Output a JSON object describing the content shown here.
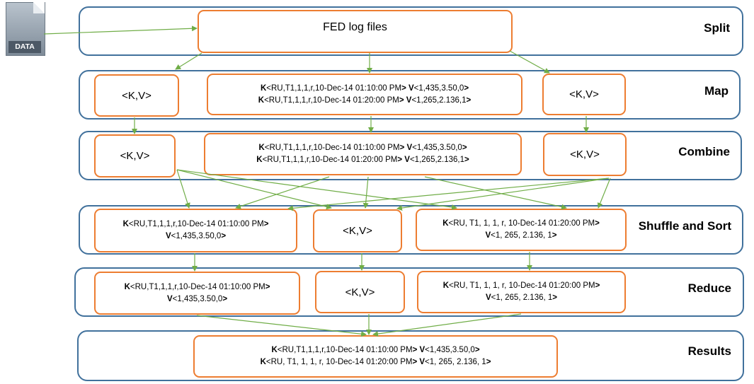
{
  "icon": {
    "name": "data-file-icon",
    "label": "DATA"
  },
  "stages": {
    "split": "Split",
    "map": "Map",
    "combine": "Combine",
    "shuffle": "Shuffle and Sort",
    "reduce": "Reduce",
    "results": "Results"
  },
  "split": {
    "source": "FED log files"
  },
  "kv_placeholder": "<K,V>",
  "map": {
    "k1": "K",
    "k1_text": "<RU,T1,1,1,r,10-Dec-14 01:10:00 PM",
    "v1": "> V",
    "v1_text": "<1,435,3.50,0",
    "k2": "K",
    "k2_text": "<RU,T1,1,1,r,10-Dec-14 01:20:00 PM",
    "v2": "> V",
    "v2_text": "<1,265,2.136,1"
  },
  "combine": {
    "k1": "K",
    "k1_text": "<RU,T1,1,1,r,10-Dec-14 01:10:00 PM",
    "v1": "> V",
    "v1_text": "<1,435,3.50,0",
    "k2": "K",
    "k2_text": "<RU,T1,1,1,r,10-Dec-14 01:20:00 PM",
    "v2": "> V",
    "v2_text": "<1,265,2.136,1"
  },
  "shuffle": {
    "left_k": "K",
    "left_k_text": "<RU,T1,1,1,r,10-Dec-14 01:10:00 PM",
    "left_v": "V",
    "left_v_text": "<1,435,3.50,0",
    "right_k": "K",
    "right_k_text": "<RU, T1, 1, 1, r, 10-Dec-14 01:20:00 PM",
    "right_v": "V",
    "right_v_text": "<1, 265, 2.136, 1"
  },
  "reduce": {
    "left_k": "K",
    "left_k_text": "<RU,T1,1,1,r,10-Dec-14 01:10:00 PM",
    "left_v": "V",
    "left_v_text": "<1,435,3.50,0",
    "right_k": "K",
    "right_k_text": "<RU, T1, 1, 1, r, 10-Dec-14 01:20:00 PM",
    "right_v": "V",
    "right_v_text": "<1, 265, 2.136, 1"
  },
  "results": {
    "k1": "K",
    "k1_text": "<RU,T1,1,1,r,10-Dec-14 01:10:00 PM",
    "v1": "> V",
    "v1_text": "<1,435,3.50,0",
    "k2": "K",
    "k2_text": "<RU, T1, 1, 1, r, 10-Dec-14 01:20:00 PM",
    "v2": "> V",
    "v2_text": "<1, 265, 2.136, 1"
  },
  "colors": {
    "band_border": "#41719c",
    "box_border": "#ed7d31",
    "arrow": "#70ad47"
  }
}
